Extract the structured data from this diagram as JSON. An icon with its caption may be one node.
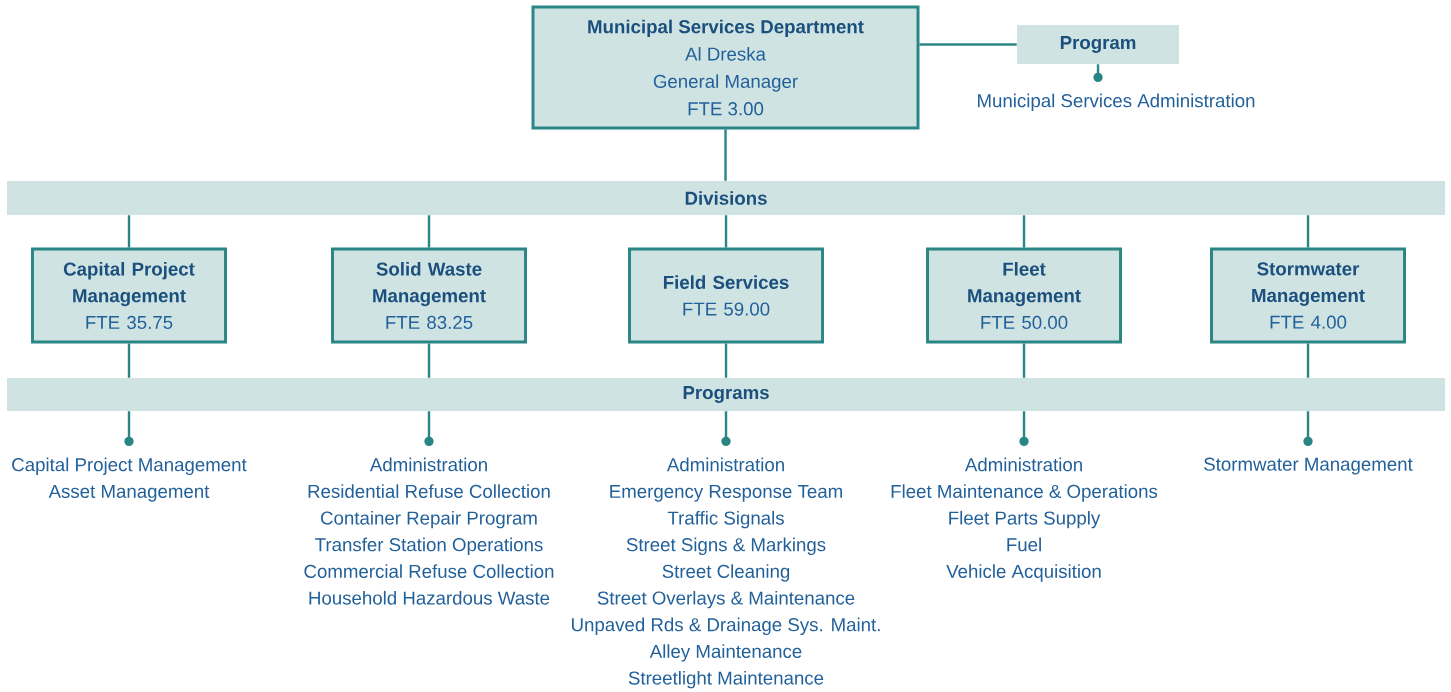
{
  "diagram": {
    "nodes": [
      {
        "text": [
          "Municipal Services Department",
          "Al Dreska",
          "General Manager",
          "FTE 3.00"
        ]
      },
      {
        "text": [
          "Program"
        ]
      },
      {
        "text": [
          "Municipal Services Administration"
        ]
      },
      {
        "text": [
          "Divisions"
        ]
      },
      {
        "text": [
          "Capital Project Management",
          "FTE 35.75"
        ]
      },
      {
        "text": [
          "Solid Waste Management",
          "FTE 83.25"
        ]
      },
      {
        "text": [
          "Field Services",
          "FTE 59.00"
        ]
      },
      {
        "text": [
          "Fleet Management",
          "FTE 50.00"
        ]
      },
      {
        "text": [
          "Stormwater Management",
          "FTE 4.00"
        ]
      },
      {
        "text": [
          "Programs"
        ]
      },
      {
        "text": [
          "Capital Project Management",
          "Asset Management"
        ]
      },
      {
        "text": [
          "Administration",
          "Residential Refuse Collection",
          "Container Repair Program",
          "Transfer Station Operations",
          "Commercial Refuse Collection",
          "Household Hazardous Waste"
        ]
      },
      {
        "text": [
          "Administration",
          "Emergency Response Team",
          "Traffic Signals",
          "Street Signs & Markings",
          "Street Cleaning",
          "Street Overlays & Maintenance",
          "Unpaved Rds & Drainage Sys. Maint.",
          "Alley Maintenance",
          "Streetlight Maintenance"
        ]
      },
      {
        "text": [
          "Administration",
          "Fleet Maintenance & Operations",
          "Fleet Parts Supply",
          "Fuel",
          "Vehicle Acquisition"
        ]
      },
      {
        "text": [
          "Stormwater Management"
        ]
      }
    ],
    "edges": [
      {
        "from": 0,
        "to": 1,
        "arrow": "none"
      },
      {
        "from": 1,
        "to": 2,
        "arrow": "to"
      },
      {
        "from": 0,
        "to": 3,
        "arrow": "none"
      },
      {
        "from": 3,
        "to": 4,
        "arrow": "none"
      },
      {
        "from": 3,
        "to": 5,
        "arrow": "none"
      },
      {
        "from": 3,
        "to": 6,
        "arrow": "none"
      },
      {
        "from": 3,
        "to": 7,
        "arrow": "none"
      },
      {
        "from": 3,
        "to": 8,
        "arrow": "none"
      },
      {
        "from": 4,
        "to": 9,
        "arrow": "none"
      },
      {
        "from": 5,
        "to": 9,
        "arrow": "none"
      },
      {
        "from": 6,
        "to": 9,
        "arrow": "none"
      },
      {
        "from": 7,
        "to": 9,
        "arrow": "none"
      },
      {
        "from": 8,
        "to": 9,
        "arrow": "none"
      },
      {
        "from": 9,
        "to": 10,
        "arrow": "to"
      },
      {
        "from": 9,
        "to": 11,
        "arrow": "to"
      },
      {
        "from": 9,
        "to": 12,
        "arrow": "to"
      },
      {
        "from": 9,
        "to": 13,
        "arrow": "to"
      },
      {
        "from": 9,
        "to": 14,
        "arrow": "to"
      }
    ]
  }
}
